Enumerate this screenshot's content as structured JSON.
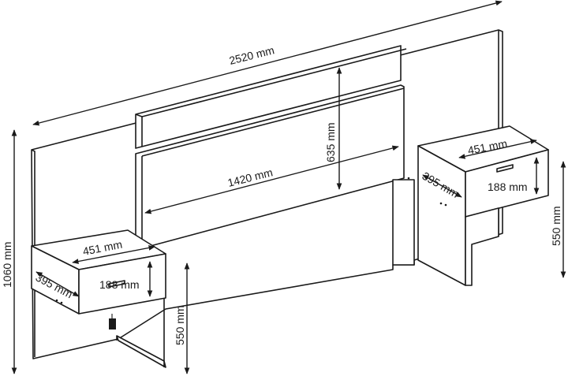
{
  "dimensions": {
    "overall_width": "2520 mm",
    "headboard_width": "1420 mm",
    "headboard_height": "635 mm",
    "overall_height": "1060 mm",
    "nightstand_left": {
      "width": "451 mm",
      "depth": "395 mm",
      "drawer_height": "188 mm",
      "height_from_floor": "550 mm"
    },
    "nightstand_right": {
      "width": "451 mm",
      "depth": "395 mm",
      "drawer_height": "188 mm",
      "height_from_floor": "550 mm"
    }
  }
}
